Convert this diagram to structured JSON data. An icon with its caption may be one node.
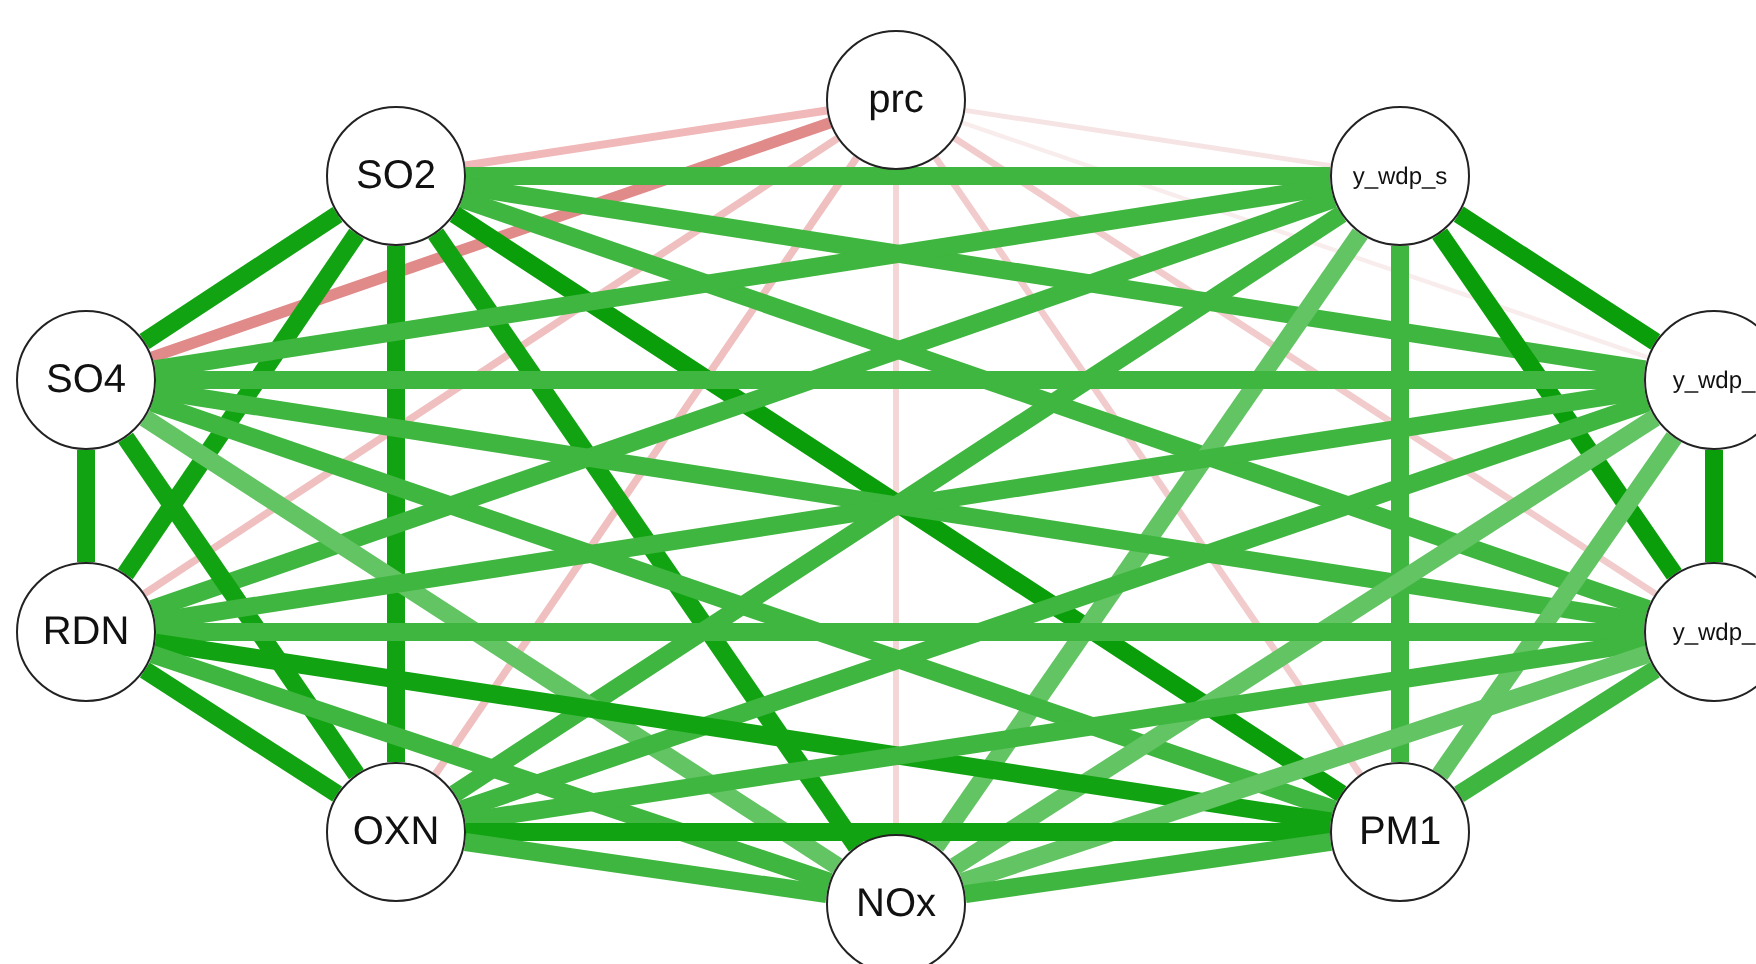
{
  "diagram": {
    "nodes": [
      {
        "text": [
          "prc"
        ]
      },
      {
        "text": [
          "SO2"
        ]
      },
      {
        "text": [
          "y_wdp_s"
        ]
      },
      {
        "text": [
          "SO4"
        ]
      },
      {
        "text": [
          "y_wdp_"
        ]
      },
      {
        "text": [
          "RDN"
        ]
      },
      {
        "text": [
          "y_wdp_"
        ]
      },
      {
        "text": [
          "OXN"
        ]
      },
      {
        "text": [
          "PM1"
        ]
      },
      {
        "text": [
          "NOx"
        ]
      }
    ],
    "edges": [
      {
        "from": 0,
        "to": 1,
        "arrow": "none",
        "color": "#f0b8b8"
      },
      {
        "from": 0,
        "to": 2,
        "arrow": "none",
        "color": "#f6e4e4"
      },
      {
        "from": 0,
        "to": 3,
        "arrow": "none",
        "color": "#e08a8a"
      },
      {
        "from": 0,
        "to": 4,
        "arrow": "none",
        "color": "#f8ecec"
      },
      {
        "from": 0,
        "to": 5,
        "arrow": "none",
        "color": "#f0c0c0"
      },
      {
        "from": 0,
        "to": 6,
        "arrow": "none",
        "color": "#f2cccc"
      },
      {
        "from": 0,
        "to": 7,
        "arrow": "none",
        "color": "#f0c0c0"
      },
      {
        "from": 0,
        "to": 8,
        "arrow": "none",
        "color": "#f2cccc"
      },
      {
        "from": 0,
        "to": 9,
        "arrow": "none",
        "color": "#f4d6d6"
      },
      {
        "from": 1,
        "to": 2,
        "arrow": "none"
      },
      {
        "from": 1,
        "to": 3,
        "arrow": "none",
        "color": "#12a312"
      },
      {
        "from": 1,
        "to": 4,
        "arrow": "none"
      },
      {
        "from": 1,
        "to": 5,
        "arrow": "none",
        "color": "#12a312"
      },
      {
        "from": 1,
        "to": 6,
        "arrow": "none"
      },
      {
        "from": 1,
        "to": 7,
        "arrow": "none",
        "color": "#12a312"
      },
      {
        "from": 1,
        "to": 8,
        "arrow": "none",
        "color": "#0a9e0a"
      },
      {
        "from": 1,
        "to": 9,
        "arrow": "none",
        "color": "#12a312"
      },
      {
        "from": 2,
        "to": 3,
        "arrow": "none"
      },
      {
        "from": 2,
        "to": 4,
        "arrow": "none",
        "color": "#0a9e0a"
      },
      {
        "from": 2,
        "to": 5,
        "arrow": "none"
      },
      {
        "from": 2,
        "to": 6,
        "arrow": "none",
        "color": "#0a9e0a"
      },
      {
        "from": 2,
        "to": 7,
        "arrow": "none"
      },
      {
        "from": 2,
        "to": 8,
        "arrow": "none"
      },
      {
        "from": 2,
        "to": 9,
        "arrow": "none",
        "color": "#62c462"
      },
      {
        "from": 3,
        "to": 4,
        "arrow": "none"
      },
      {
        "from": 3,
        "to": 5,
        "arrow": "none",
        "color": "#12a312"
      },
      {
        "from": 3,
        "to": 6,
        "arrow": "none"
      },
      {
        "from": 3,
        "to": 7,
        "arrow": "none",
        "color": "#12a312"
      },
      {
        "from": 3,
        "to": 8,
        "arrow": "none"
      },
      {
        "from": 3,
        "to": 9,
        "arrow": "none",
        "color": "#62c462"
      },
      {
        "from": 4,
        "to": 5,
        "arrow": "none"
      },
      {
        "from": 4,
        "to": 6,
        "arrow": "none",
        "color": "#0a9e0a"
      },
      {
        "from": 4,
        "to": 7,
        "arrow": "none"
      },
      {
        "from": 4,
        "to": 8,
        "arrow": "none",
        "color": "#62c462"
      },
      {
        "from": 4,
        "to": 9,
        "arrow": "none",
        "color": "#62c462"
      },
      {
        "from": 5,
        "to": 6,
        "arrow": "none"
      },
      {
        "from": 5,
        "to": 7,
        "arrow": "none",
        "color": "#12a312"
      },
      {
        "from": 5,
        "to": 8,
        "arrow": "none",
        "color": "#12a312"
      },
      {
        "from": 5,
        "to": 9,
        "arrow": "none"
      },
      {
        "from": 6,
        "to": 7,
        "arrow": "none"
      },
      {
        "from": 6,
        "to": 8,
        "arrow": "none"
      },
      {
        "from": 6,
        "to": 9,
        "arrow": "none",
        "color": "#62c462"
      },
      {
        "from": 7,
        "to": 8,
        "arrow": "none",
        "color": "#12a312"
      },
      {
        "from": 7,
        "to": 9,
        "arrow": "none"
      },
      {
        "from": 8,
        "to": 9,
        "arrow": "none"
      }
    ]
  }
}
